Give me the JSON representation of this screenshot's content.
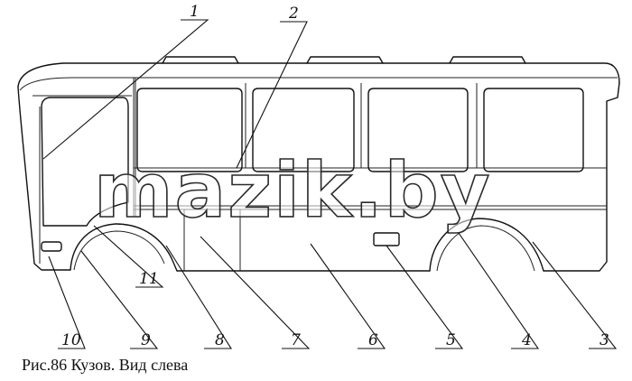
{
  "figure": {
    "caption": "Рис.86 Кузов. Вид слева",
    "watermark": "mazik.by",
    "callouts": [
      "1",
      "2",
      "3",
      "4",
      "5",
      "6",
      "7",
      "8",
      "9",
      "10",
      "11"
    ]
  }
}
